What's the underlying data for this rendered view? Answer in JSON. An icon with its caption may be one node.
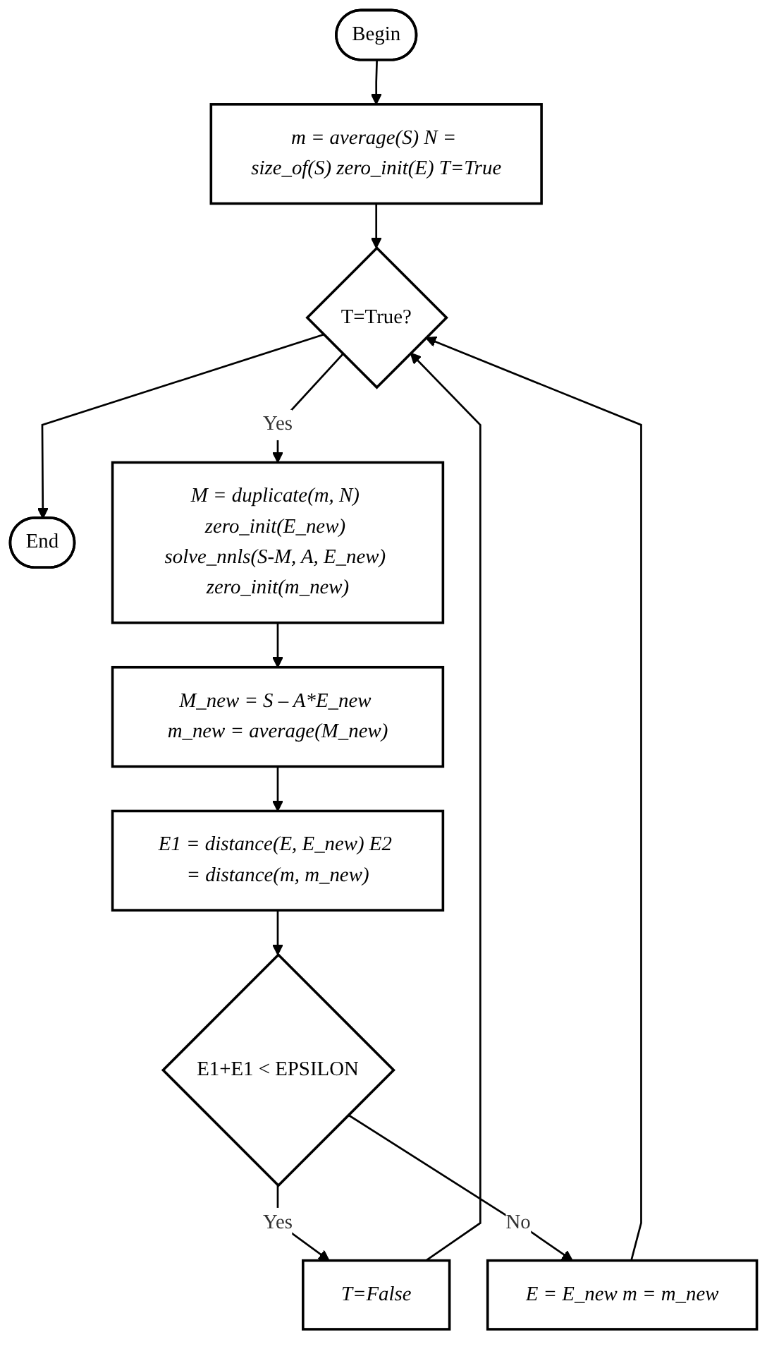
{
  "diagram": {
    "nodes": [
      {
        "text": [
          "Begin"
        ]
      },
      {
        "text": [
          "m = average(S) N = size_of(S) zero_init(E) T=True"
        ]
      },
      {
        "text": [
          "T=True?"
        ]
      },
      {
        "text": [
          "End"
        ]
      },
      {
        "text": [
          "M = duplicate(m, N) zero_init(E_new) solve_nnls(S-M, A, E_new) zero_init(m_new)"
        ]
      },
      {
        "text": [
          "M_new = S – A*E_new m_new = average(M_new)"
        ]
      },
      {
        "text": [
          "E1 = distance(E, E_new) E2 = distance(m, m_new)"
        ]
      },
      {
        "text": [
          "E1+E1 < EPSILON"
        ]
      },
      {
        "text": [
          "T=False"
        ]
      },
      {
        "text": [
          "E = E_new m = m_new"
        ]
      }
    ],
    "edges": [
      {
        "from": 0,
        "to": 1,
        "arrow": "to"
      },
      {
        "from": 1,
        "to": 2,
        "arrow": "to"
      },
      {
        "from": 2,
        "to": 3,
        "arrow": "to"
      },
      {
        "from": 2,
        "to": 4,
        "label": "Yes",
        "arrow": "to"
      },
      {
        "from": 4,
        "to": 5,
        "arrow": "to"
      },
      {
        "from": 5,
        "to": 6,
        "arrow": "to"
      },
      {
        "from": 6,
        "to": 7,
        "arrow": "to"
      },
      {
        "from": 7,
        "to": 8,
        "label": "Yes",
        "arrow": "to"
      },
      {
        "from": 7,
        "to": 9,
        "label": "No",
        "arrow": "to"
      },
      {
        "from": 8,
        "to": 2,
        "arrow": "to"
      },
      {
        "from": 9,
        "to": 2,
        "arrow": "to"
      }
    ]
  }
}
